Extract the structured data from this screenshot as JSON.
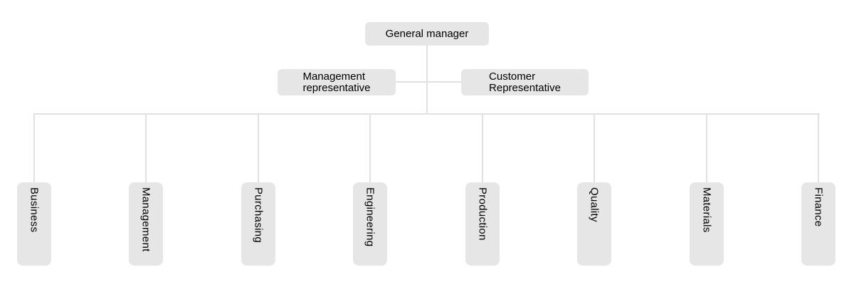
{
  "root": {
    "label": "General manager"
  },
  "staff": {
    "left": {
      "line1": "Management",
      "line2": "representative"
    },
    "right": {
      "line1": "Customer",
      "line2": "Representative"
    }
  },
  "departments": [
    "Business",
    "Management",
    "Purchasing",
    "Engineering",
    "Production",
    "Quality",
    "Materials",
    "Finance"
  ],
  "colors": {
    "node_fill": "#e6e6e6",
    "connector": "#e1e1e1",
    "text": "#000000",
    "background": "#ffffff"
  }
}
